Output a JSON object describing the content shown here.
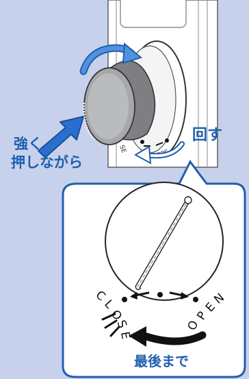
{
  "labels": {
    "push_firmly_line1": "強く",
    "push_firmly_line2": "押しながら",
    "turn": "回す",
    "all_the_way": "最後まで"
  },
  "dial_marks": {
    "close": "CLOSE",
    "open": "OPEN"
  },
  "colors": {
    "background": "#c8d1ec",
    "accent_blue": "#1f5fae",
    "arrow_blue": "#2a6fd0",
    "callout_fill": "#ffffff",
    "callout_border": "#1f5fae",
    "knob_gray": "#9fa1a5"
  }
}
